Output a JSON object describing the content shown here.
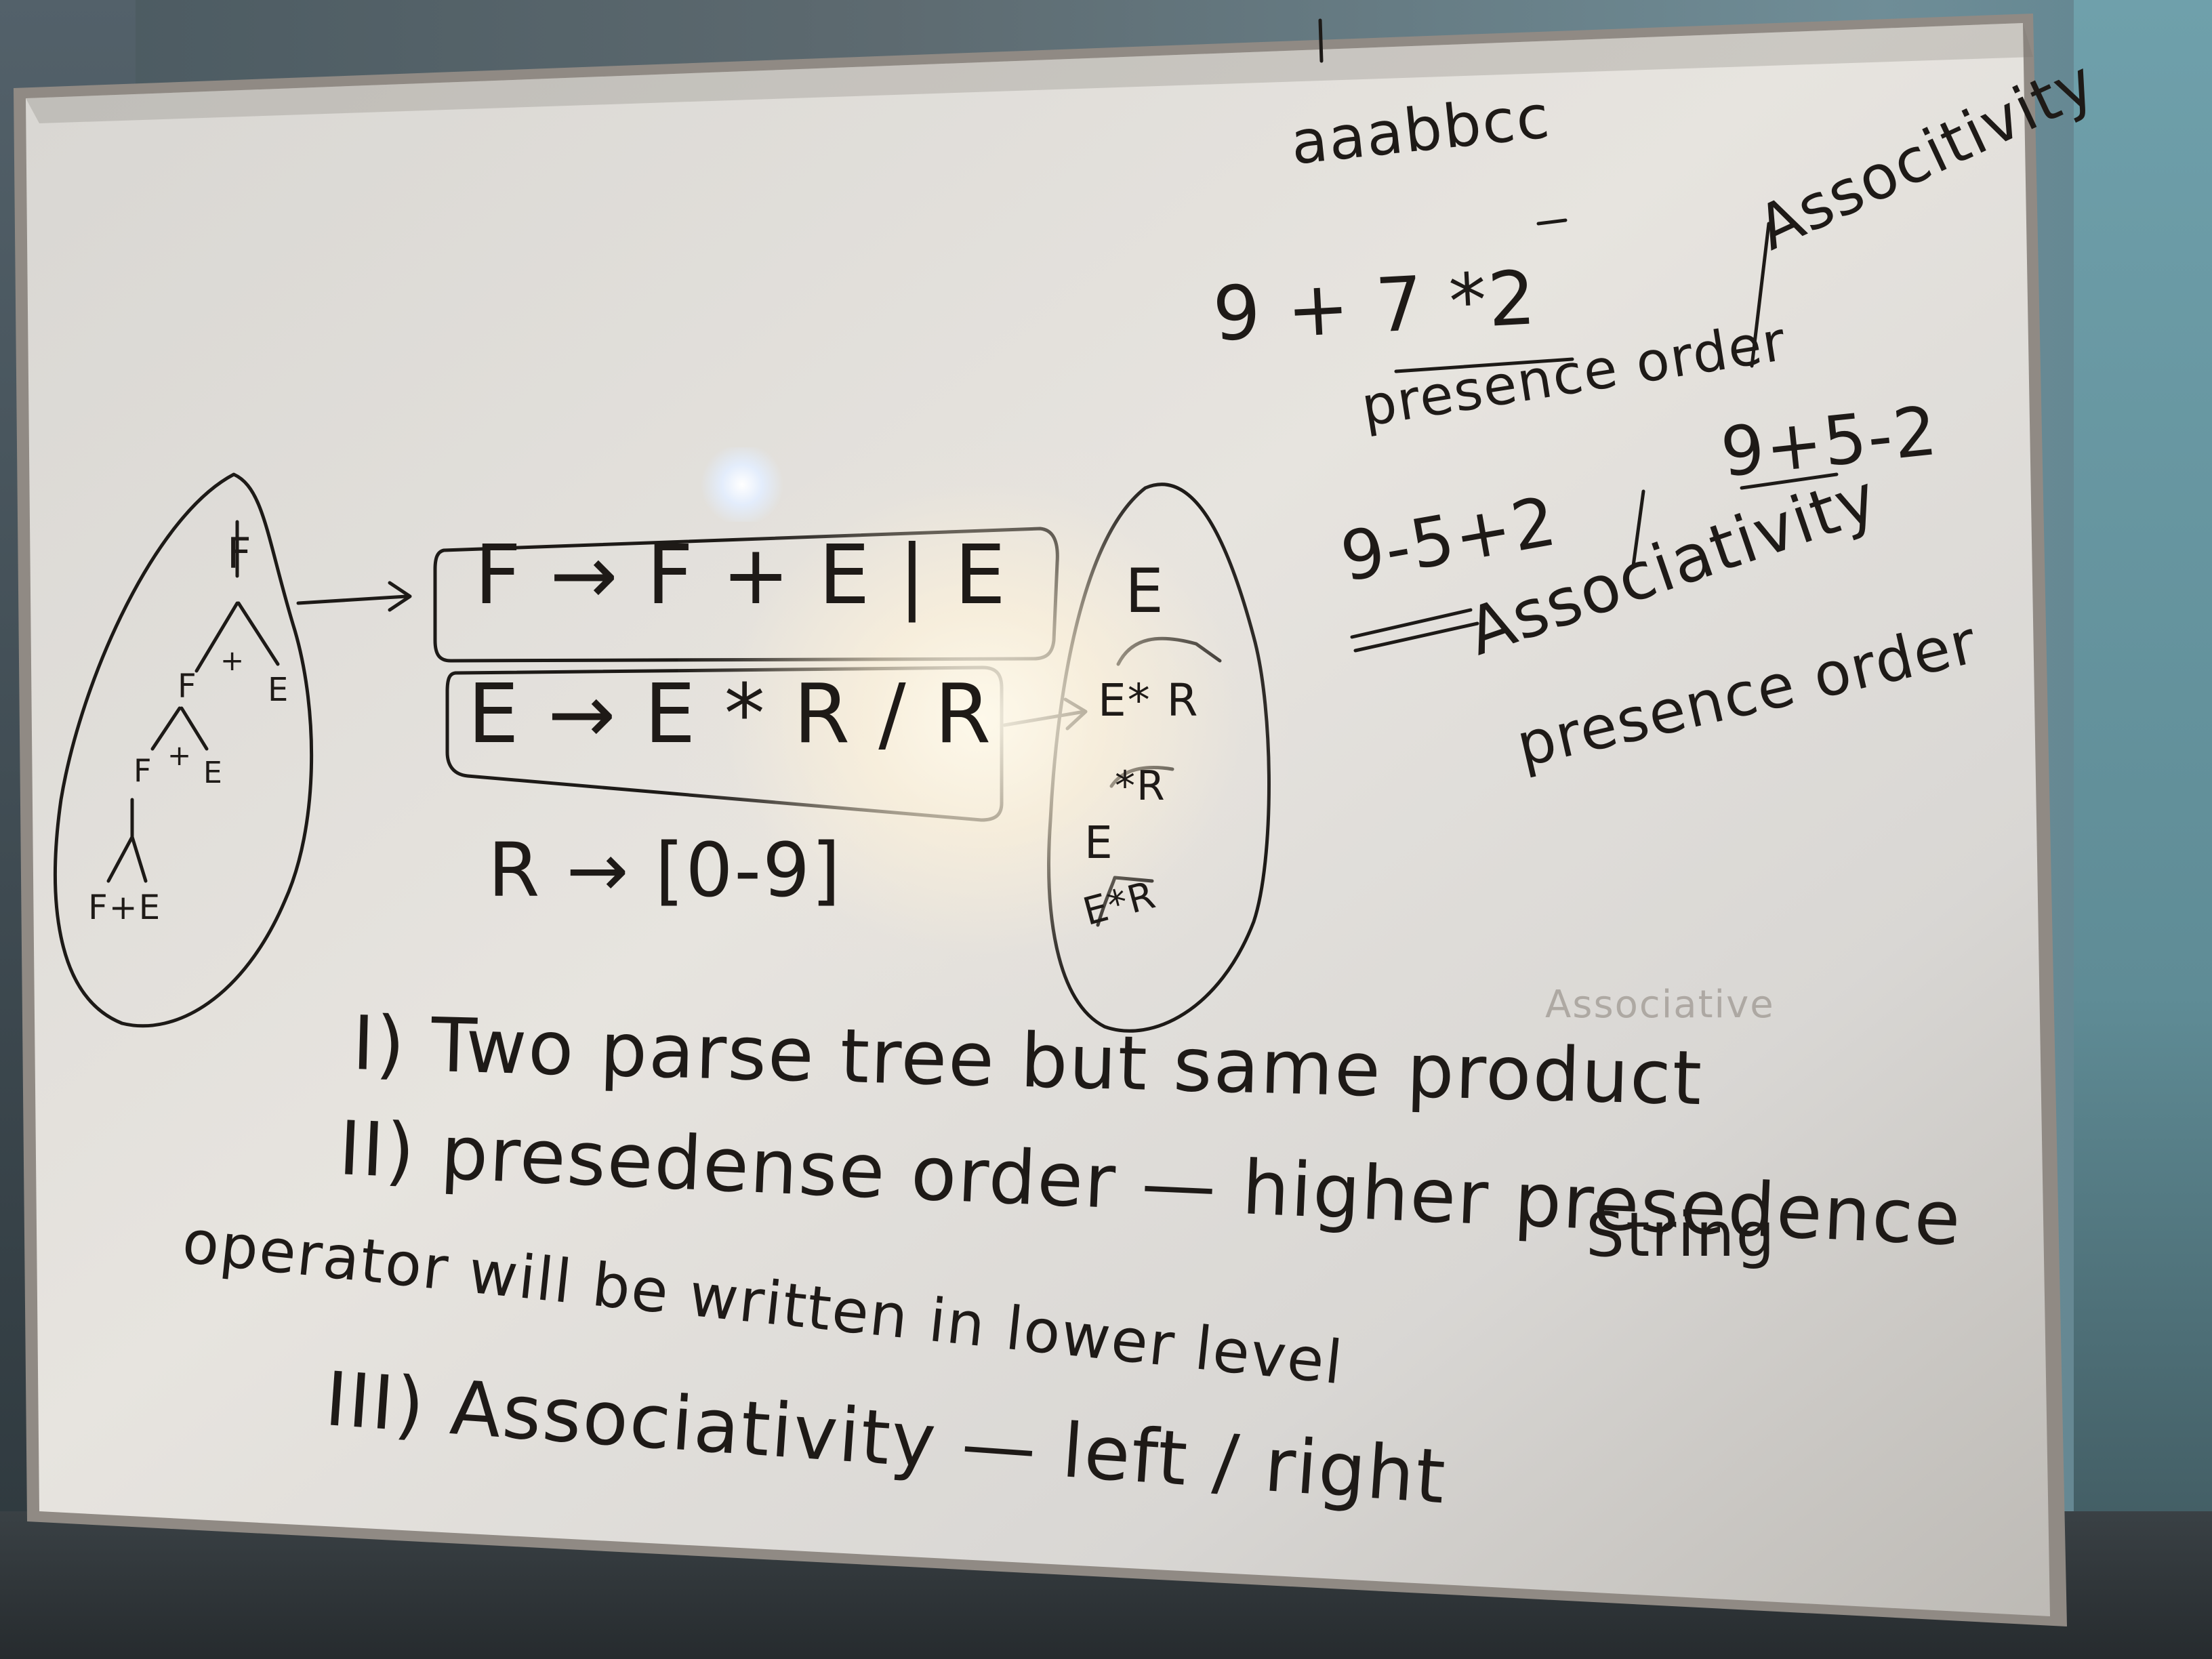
{
  "whiteboard": {
    "top_right": {
      "aaabbcc": "aaabbcc",
      "associativity_1": "Associtivity",
      "expr_1": "9 + 7 *2",
      "presence_order_1": "presence order",
      "expr_2": "9+5-2",
      "expr_3": "9-5+2",
      "associativity_2": "Associativity",
      "presence_order_2": "presence order"
    },
    "productions": {
      "line_1": "F → F + E | E",
      "line_2": "E → E * R / R",
      "line_3": "R → [0-9]"
    },
    "left_tree": {
      "top": "F",
      "plus_1": "+",
      "E_1": "E",
      "F_2": "F",
      "plus_2": "+",
      "E_2": "E",
      "F_3": "F",
      "bottom": "F+E"
    },
    "right_tree": {
      "E_1": "E",
      "ER_1": "E* R",
      "ER_2": "*R",
      "E_2": "E",
      "ER_3": "E*R"
    },
    "notes": {
      "line_1": "I) Two parse tree but same product",
      "line_2": "II) presedense order — higher presedence",
      "string": "String",
      "line_3": "operator will be written in lower level",
      "line_4": "III) Associativity — left / right"
    },
    "ghost_text": "Associative"
  }
}
